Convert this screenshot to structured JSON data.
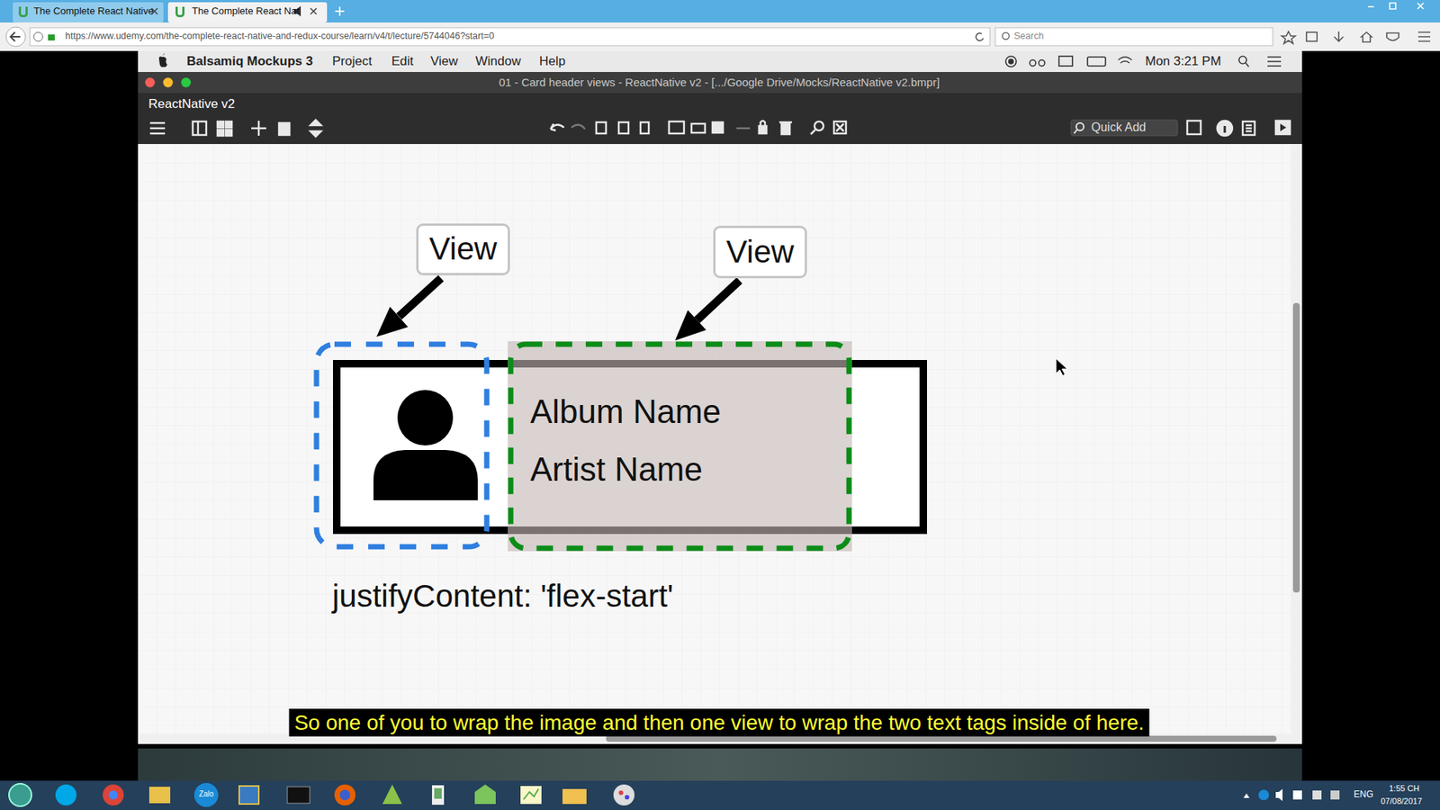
{
  "diagram": {
    "nodes": [
      {
        "text": [
          "View"
        ]
      },
      {
        "text": [
          "View"
        ]
      },
      {
        "text": [
          "Album Name",
          "Artist Name"
        ]
      }
    ],
    "edges": [
      {
        "from": 1,
        "to": 2,
        "arrow": "to"
      }
    ],
    "labels": [
      "The Complete React Native",
      "The Complete React Nat",
      "https://www.udemy.com/the-complete-react-native-and-redux-course/learn/v4/t/lecture/5744046?start=0",
      "Search",
      "Balsamiq Mockups 3",
      "Project",
      "Edit",
      "View",
      "Window",
      "Help",
      "Mon 3:21 PM",
      "01 - Card header views - ReactNative v2 - [.../Google Drive/Mocks/ReactNative v2.bmpr]",
      "ReactNative v2",
      "Quick Add",
      "justifyContent: 'flex-start'",
      "So one of you to wrap the image and then one view to wrap the two text tags inside of here.",
      "ENG",
      "1:55 CH",
      "07/08/2017",
      "Zalo"
    ]
  }
}
